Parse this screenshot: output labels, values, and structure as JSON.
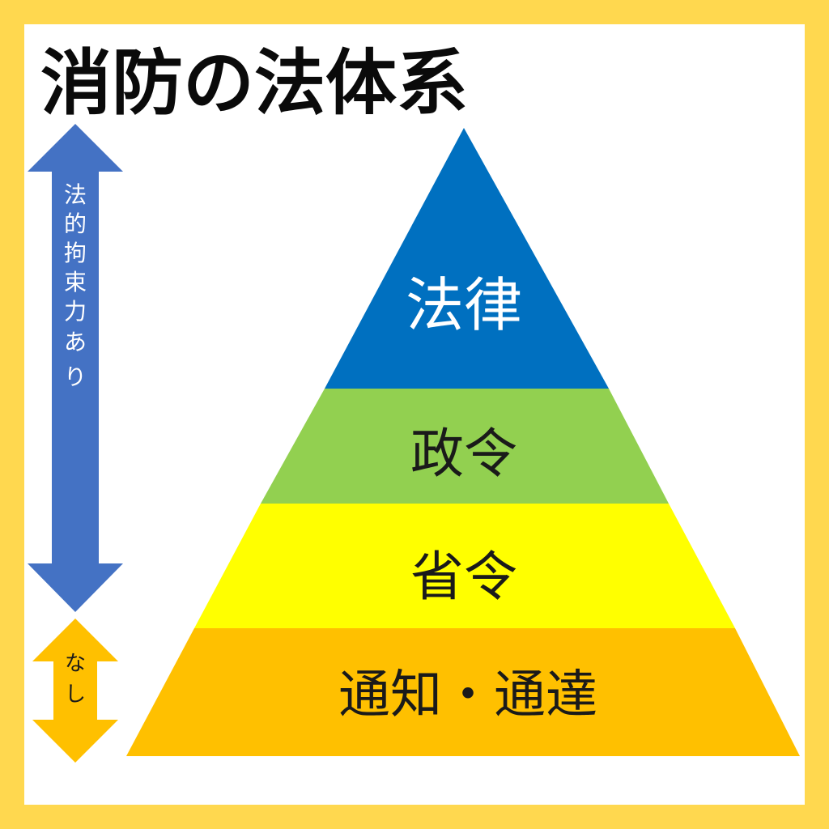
{
  "title": "消防の法体系",
  "pyramid": {
    "levels": [
      {
        "label": "法律",
        "color": "#0070c0",
        "text_color": "#ffffff"
      },
      {
        "label": "政令",
        "color": "#92d050",
        "text_color": "#1a1a1a"
      },
      {
        "label": "省令",
        "color": "#ffff00",
        "text_color": "#1a1a1a"
      },
      {
        "label": "通知・通達",
        "color": "#ffc000",
        "text_color": "#1a1a1a"
      }
    ]
  },
  "binding_arrow": {
    "label_chars": [
      "法",
      "的",
      "拘",
      "束",
      "力",
      "あ",
      "り"
    ],
    "color": "#4472c4",
    "text_color": "#ffffff"
  },
  "none_arrow": {
    "label_chars": [
      "な",
      "し"
    ],
    "color": "#ffc000",
    "text_color": "#1a1a1a"
  },
  "colors": {
    "border": "#ffd84f",
    "background": "#ffffff",
    "title": "#0a0a0a"
  }
}
